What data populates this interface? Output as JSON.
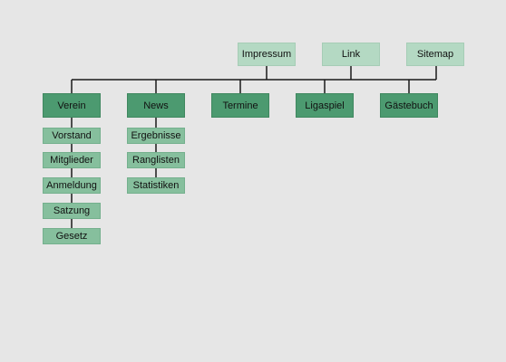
{
  "colors": {
    "background": "#e6e6e6",
    "top_box": "#b4d9c3",
    "main_box": "#4c9a70",
    "sub_box": "#86bf9d",
    "line": "#1a1a1a"
  },
  "top_links": [
    {
      "label": "Impressum"
    },
    {
      "label": "Link"
    },
    {
      "label": "Sitemap"
    }
  ],
  "main_items": [
    {
      "label": "Verein",
      "children": [
        {
          "label": "Vorstand"
        },
        {
          "label": "Mitglieder"
        },
        {
          "label": "Anmeldung"
        },
        {
          "label": "Satzung"
        },
        {
          "label": "Gesetz"
        }
      ]
    },
    {
      "label": "News",
      "children": [
        {
          "label": "Ergebnisse"
        },
        {
          "label": "Ranglisten"
        },
        {
          "label": "Statistiken"
        }
      ]
    },
    {
      "label": "Termine",
      "children": []
    },
    {
      "label": "Ligaspiel",
      "children": []
    },
    {
      "label": "Gästebuch",
      "children": []
    }
  ]
}
